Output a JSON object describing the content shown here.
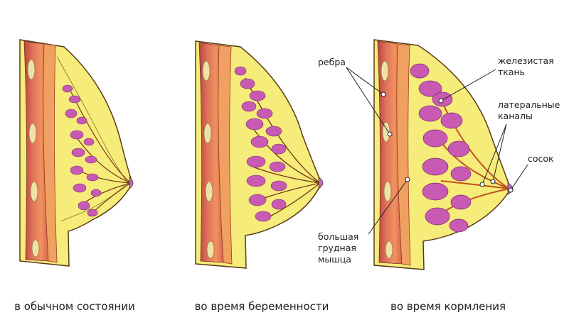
{
  "captions": {
    "normal": "в обычном состоянии",
    "pregnancy": "во время беременности",
    "lactation": "во время кормления"
  },
  "labels": {
    "ribs": "ребра",
    "glandular_tissue": [
      "железистая",
      "ткань"
    ],
    "lateral_ducts": [
      "латеральные",
      "каналы"
    ],
    "nipple": "сосок",
    "pectoral_muscle": [
      "большая",
      "грудная",
      "мышца"
    ]
  },
  "colors": {
    "fat": "#f5ec7a",
    "skin_outline": "#5a3a1a",
    "muscle": "#e8826a",
    "muscle_dark": "#c8553f",
    "gland": "#c85ab4",
    "gland_light": "#e48ad2",
    "ducts": "#c0561e",
    "rib": "#efe2a8"
  }
}
